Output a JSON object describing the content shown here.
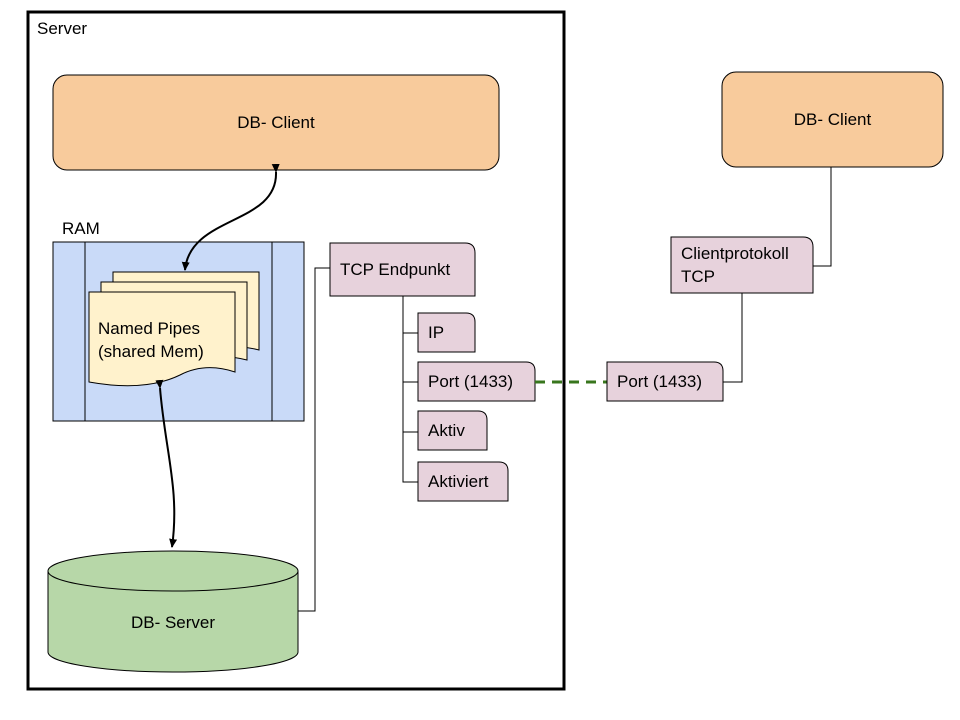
{
  "server": {
    "title": "Server"
  },
  "ram": {
    "label": "RAM"
  },
  "named_pipes": {
    "line1": "Named Pipes",
    "line2": "(shared Mem)"
  },
  "db_client_local": {
    "label": "DB- Client"
  },
  "db_client_remote": {
    "label": "DB- Client"
  },
  "db_server": {
    "label": "DB- Server"
  },
  "tcp_endpoint": {
    "label": "TCP Endpunkt"
  },
  "endpoint_props": {
    "ip": "IP",
    "port": "Port (1433)",
    "aktiv": "Aktiv",
    "aktiviert": "Aktiviert"
  },
  "client_protocol": {
    "line1": "Clientprotokoll",
    "line2": "TCP"
  },
  "client_port": {
    "label": "Port (1433)"
  },
  "colors": {
    "orange_fill": "#f8cb9c",
    "pink_fill": "#e7d2dc",
    "blue_fill": "#c9daf8",
    "yellow_fill": "#fff2cc",
    "green_fill": "#b7d7a8",
    "dashed_link": "#38761d"
  }
}
